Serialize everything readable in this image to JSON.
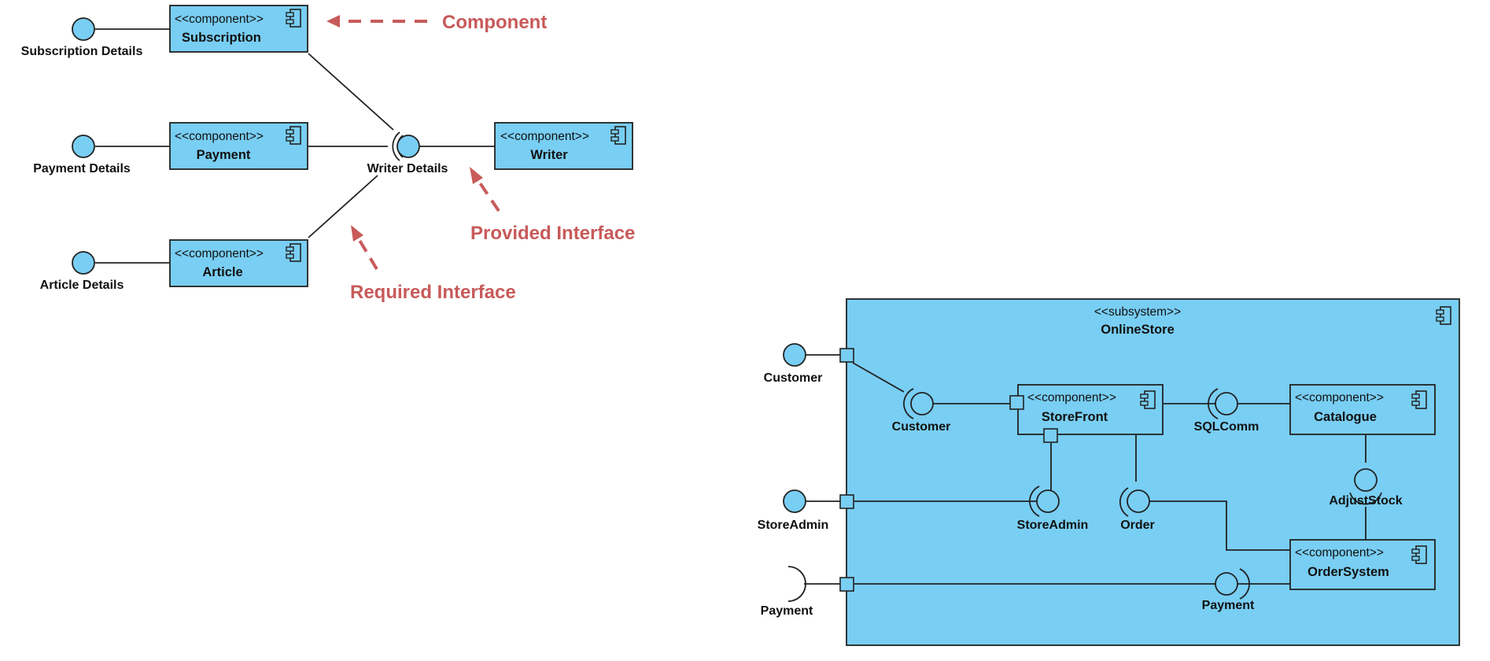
{
  "colors": {
    "fill": "#79cef3",
    "stroke": "#222222",
    "annotation": "#c85a5a"
  },
  "stereotype_component": "<<component>>",
  "left_diagram": {
    "components": {
      "subscription": "Subscription",
      "payment": "Payment",
      "article": "Article",
      "writer": "Writer"
    },
    "interfaces": {
      "subscription_details": "Subscription Details",
      "payment_details": "Payment Details",
      "article_details": "Article Details",
      "writer_details": "Writer Details"
    },
    "annotations": {
      "component": "Component",
      "provided_interface": "Provided Interface",
      "required_interface": "Required Interface"
    }
  },
  "right_diagram": {
    "subsystem_stereotype": "<<subsystem>>",
    "subsystem_name": "OnlineStore",
    "components": {
      "storefront": "StoreFront",
      "catalogue": "Catalogue",
      "ordersystem": "OrderSystem"
    },
    "external_interfaces": {
      "customer": "Customer",
      "storeadmin": "StoreAdmin",
      "payment": "Payment"
    },
    "internal_interfaces": {
      "customer": "Customer",
      "sqlcomm": "SQLComm",
      "storeadmin": "StoreAdmin",
      "order": "Order",
      "adjuststock": "AdjustStock",
      "payment": "Payment"
    }
  }
}
